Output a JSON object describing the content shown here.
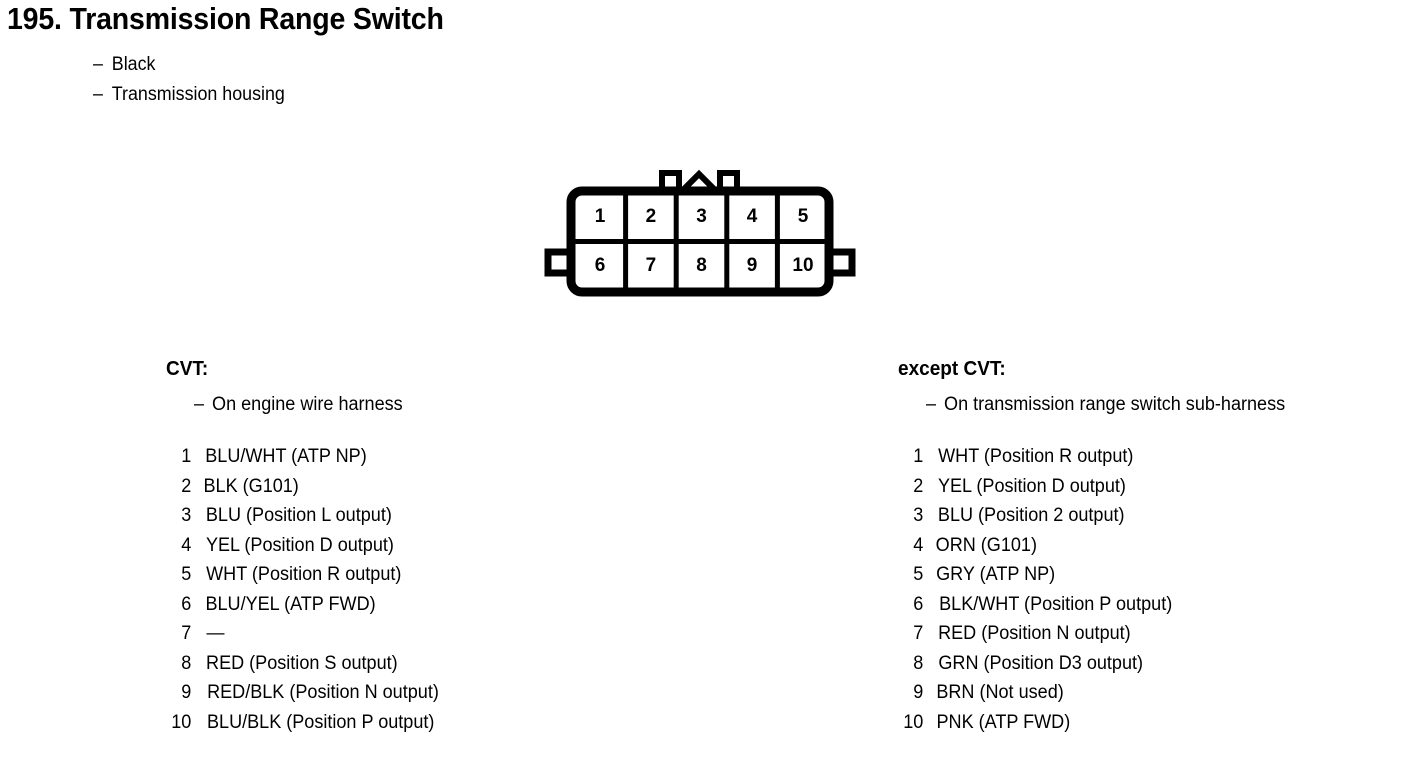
{
  "document": {
    "title_number": "195.",
    "title_text": "Transmission Range Switch",
    "sublines": [
      {
        "dash": "–",
        "text": "Black"
      },
      {
        "dash": "–",
        "text": "Transmission housing"
      }
    ]
  },
  "connector": {
    "name": "10-pin connector",
    "rows": [
      [
        "1",
        "2",
        "3",
        "4",
        "5"
      ],
      [
        "6",
        "7",
        "8",
        "9",
        "10"
      ]
    ],
    "stroke_color": "#000000",
    "fill_color": "#ffffff"
  },
  "columns": [
    {
      "heading": "CVT:",
      "dash": "–",
      "subheading": "On engine wire harness",
      "pins": [
        {
          "no": "1",
          "desc": "BLU/WHT (ATP NP)"
        },
        {
          "no": "2",
          "desc": "BLK (G101)"
        },
        {
          "no": "3",
          "desc": "BLU (Position L output)"
        },
        {
          "no": "4",
          "desc": "YEL (Position D output)"
        },
        {
          "no": "5",
          "desc": "WHT (Position R output)"
        },
        {
          "no": "6",
          "desc": "BLU/YEL (ATP FWD)"
        },
        {
          "no": "7",
          "desc": "—"
        },
        {
          "no": "8",
          "desc": "RED (Position S output)"
        },
        {
          "no": "9",
          "desc": "RED/BLK (Position N output)"
        },
        {
          "no": "10",
          "desc": "BLU/BLK (Position P output)"
        }
      ]
    },
    {
      "heading": "except CVT:",
      "dash": "–",
      "subheading": "On transmission range switch sub-harness",
      "pins": [
        {
          "no": "1",
          "desc": "WHT (Position R output)"
        },
        {
          "no": "2",
          "desc": "YEL (Position D output)"
        },
        {
          "no": "3",
          "desc": "BLU (Position 2 output)"
        },
        {
          "no": "4",
          "desc": "ORN (G101)"
        },
        {
          "no": "5",
          "desc": "GRY (ATP NP)"
        },
        {
          "no": "6",
          "desc": "BLK/WHT (Position P output)"
        },
        {
          "no": "7",
          "desc": "RED (Position N output)"
        },
        {
          "no": "8",
          "desc": "GRN (Position D3 output)"
        },
        {
          "no": "9",
          "desc": "BRN (Not used)"
        },
        {
          "no": "10",
          "desc": "PNK (ATP FWD)"
        }
      ]
    }
  ]
}
